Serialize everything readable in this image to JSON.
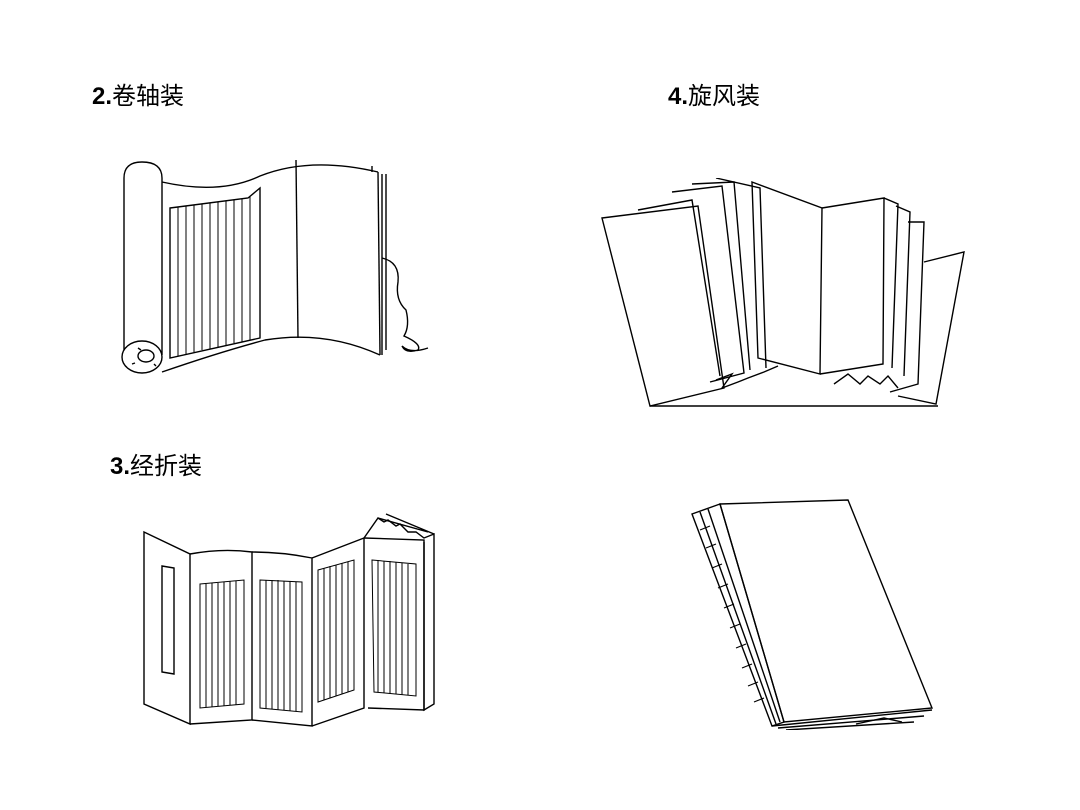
{
  "slide": {
    "captions": {
      "scroll": {
        "number": "2.",
        "text": "卷轴装"
      },
      "whirlwind": {
        "number": "4.",
        "text": "旋风装"
      },
      "sutra_fold": {
        "number": "3.",
        "text": "经折装"
      }
    }
  }
}
